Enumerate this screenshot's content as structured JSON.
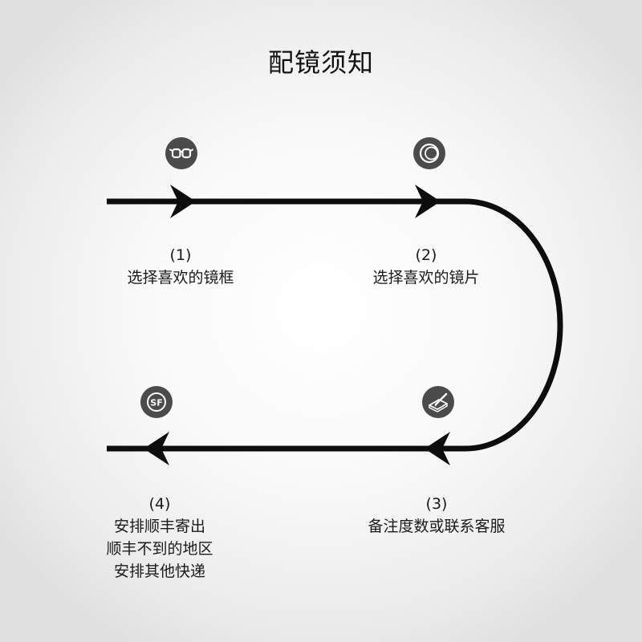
{
  "title": "配镜须知",
  "steps": [
    {
      "number": "(1)",
      "lines": [
        "选择喜欢的镜框"
      ],
      "icon": "glasses-icon"
    },
    {
      "number": "(2)",
      "lines": [
        "选择喜欢的镜片"
      ],
      "icon": "lens-icon"
    },
    {
      "number": "(3)",
      "lines": [
        "备注度数或联系客服"
      ],
      "icon": "note-pen-icon"
    },
    {
      "number": "(4)",
      "lines": [
        "安排顺丰寄出",
        "顺丰不到的地区",
        "安排其他快递"
      ],
      "icon": "sf-express-icon"
    }
  ],
  "sf_logo_text": "SF",
  "colors": {
    "path": "#0d0d0d",
    "icon_background": "#4b4b4b",
    "icon_foreground": "#ffffff"
  }
}
